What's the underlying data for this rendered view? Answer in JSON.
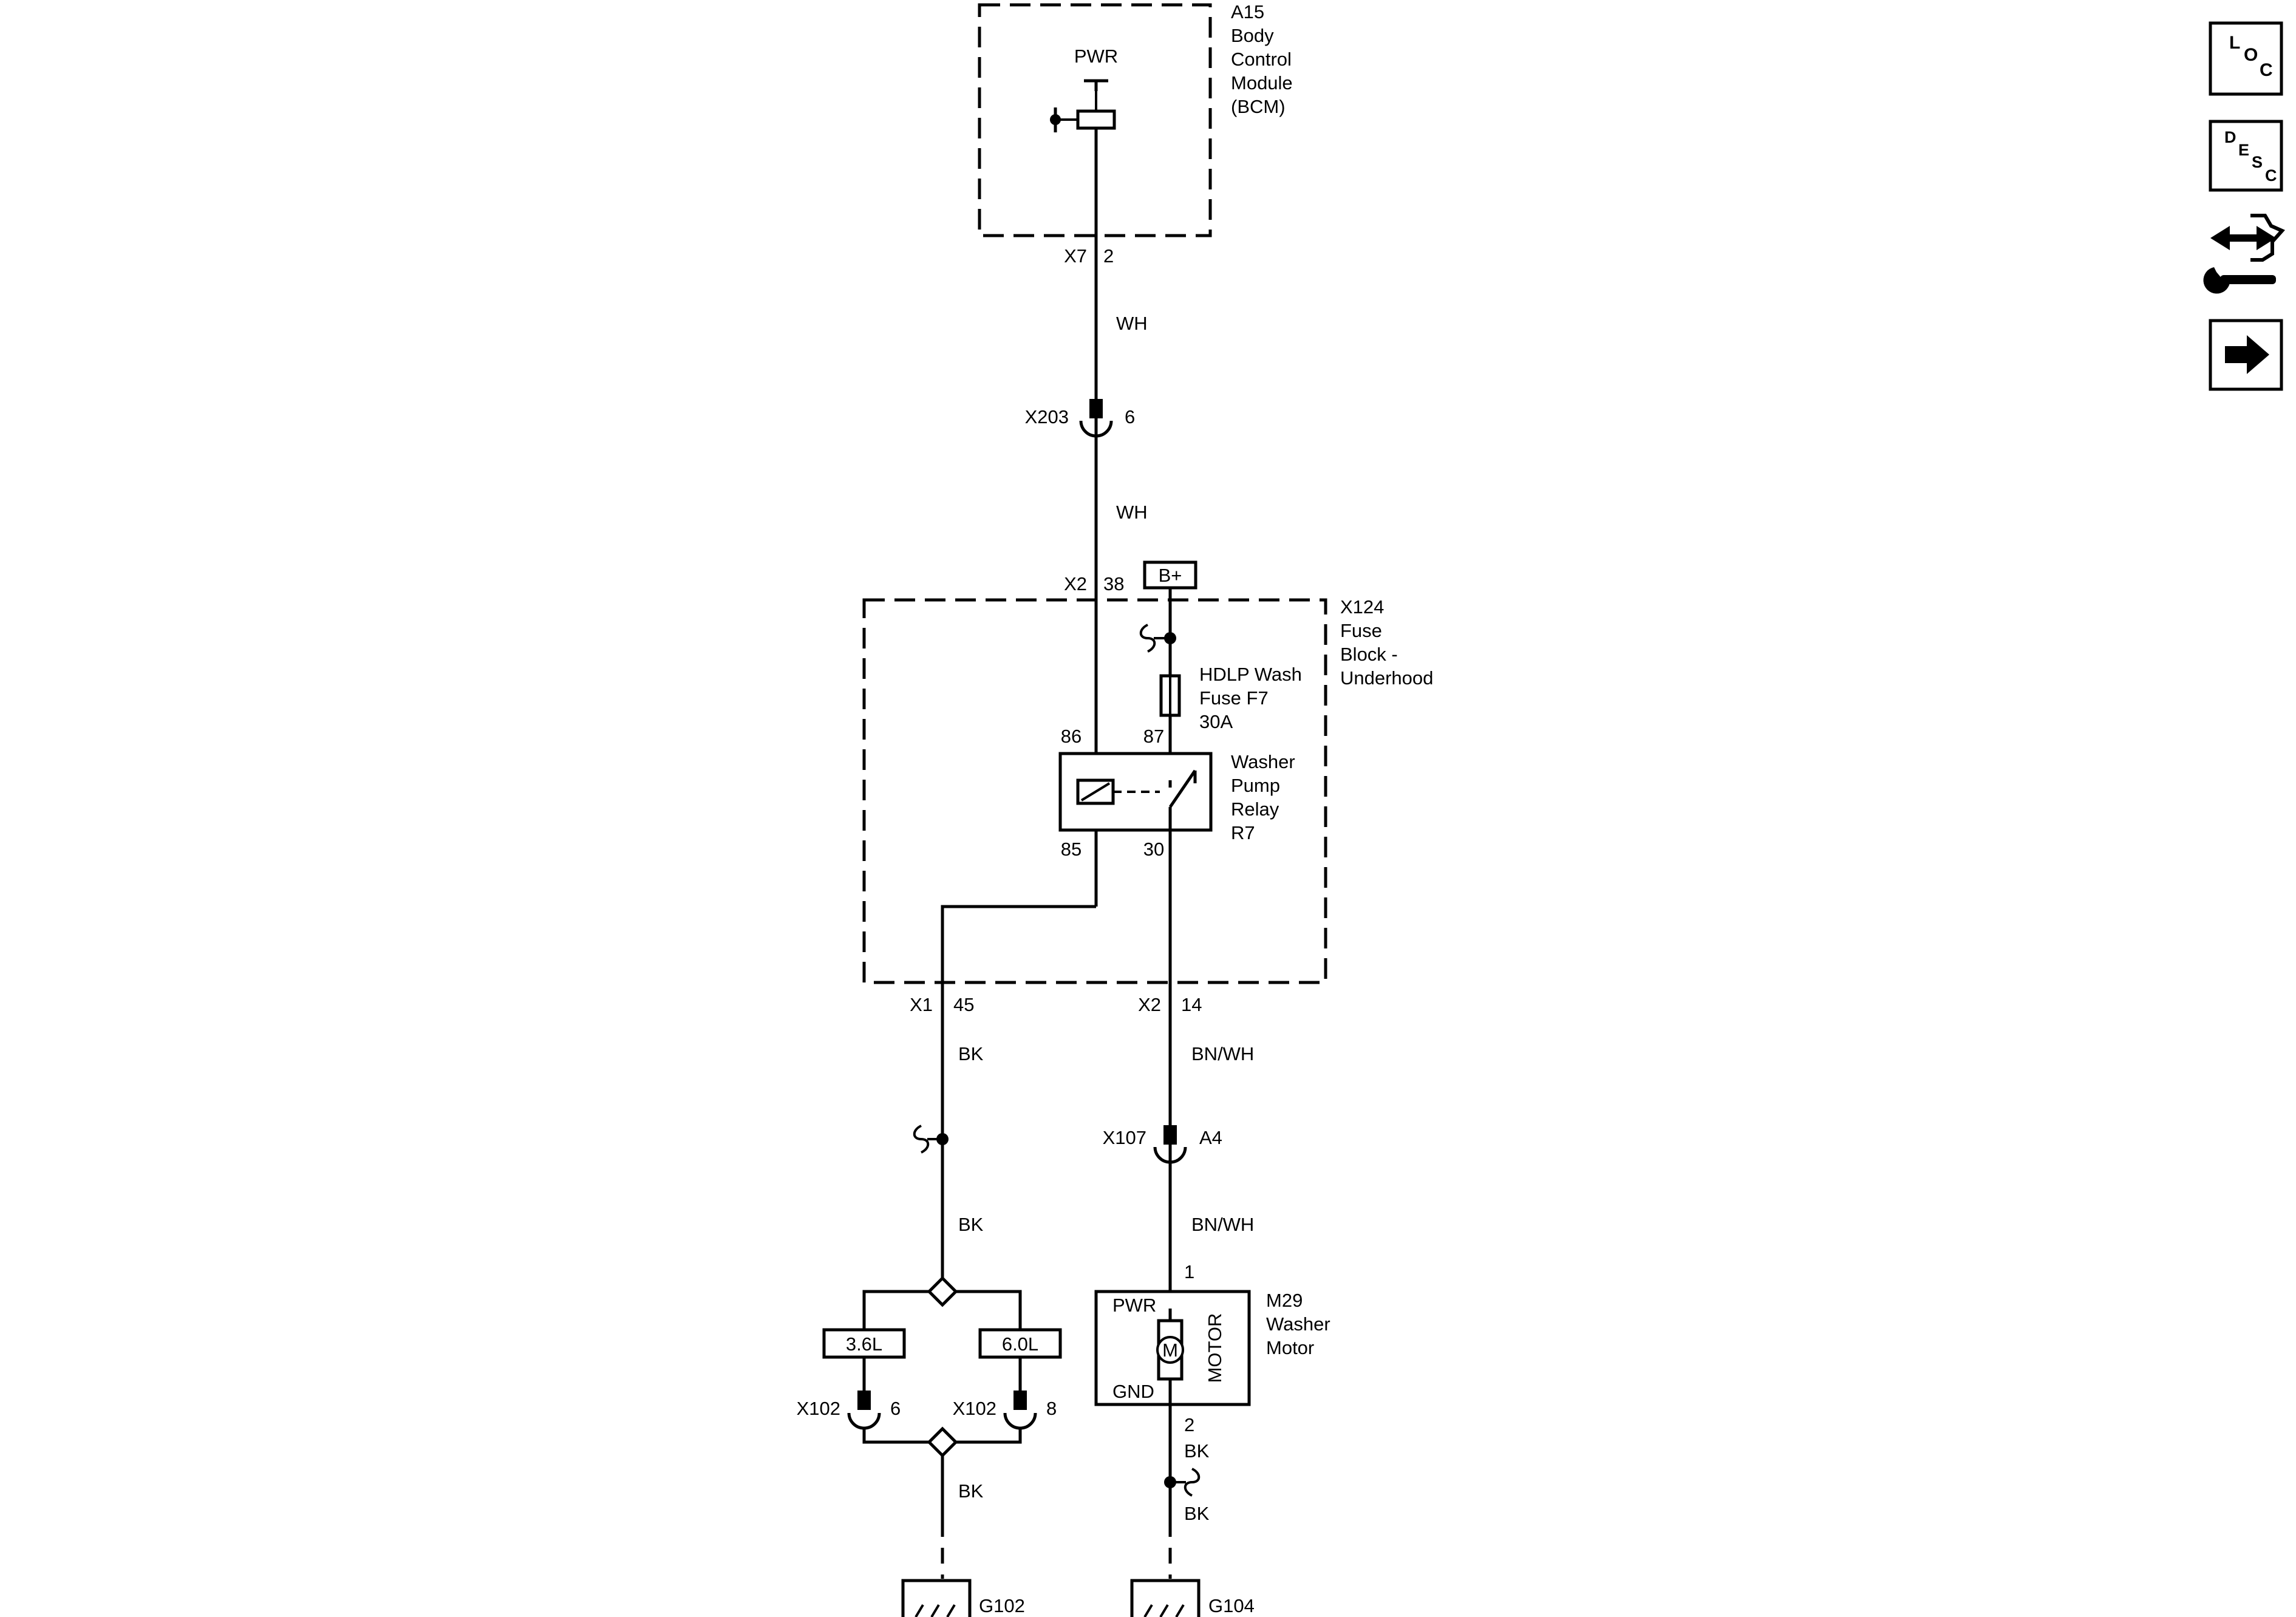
{
  "bcm": {
    "ref": "A15",
    "line1": "Body",
    "line2": "Control",
    "line3": "Module",
    "line4": "(BCM)",
    "pwr": "PWR",
    "conn": "X7",
    "pin": "2"
  },
  "wires": {
    "bcm_to_x203": "WH",
    "x203_to_fuseblock": "WH",
    "x1_down": "BK",
    "x107_up": "BN/WH",
    "x107_down": "BN/WH",
    "gnd_lower": "BK",
    "m29_to_splice": "BK",
    "splice_to_g104": "BK",
    "splice_to_diamond": "BK"
  },
  "x203": {
    "ref": "X203",
    "pin": "6"
  },
  "fuse_block": {
    "ref": "X124",
    "line1": "Fuse",
    "line2": "Block -",
    "line3": "Underhood",
    "x2_in": "X2",
    "x2_in_pin": "38",
    "bplus": "B+",
    "x1_out": "X1",
    "x1_out_pin": "45",
    "x2_out": "X2",
    "x2_out_pin": "14"
  },
  "fuse": {
    "line1": "HDLP Wash",
    "line2": "Fuse F7",
    "line3": "30A"
  },
  "relay": {
    "line1": "Washer",
    "line2": "Pump",
    "line3": "Relay",
    "line4": "R7",
    "pin86": "86",
    "pin87": "87",
    "pin85": "85",
    "pin30": "30"
  },
  "x107": {
    "ref": "X107",
    "pin": "A4"
  },
  "motor": {
    "ref": "M29",
    "line1": "Washer",
    "line2": "Motor",
    "pin1": "1",
    "pin2": "2",
    "pwr": "PWR",
    "gnd": "GND",
    "motor_label": "MOTOR",
    "symbol": "M"
  },
  "engine_options": {
    "left": "3.6L",
    "right": "6.0L"
  },
  "x102_left": {
    "ref": "X102",
    "pin": "6"
  },
  "x102_right": {
    "ref": "X102",
    "pin": "8"
  },
  "grounds": {
    "left": "G102",
    "right": "G104"
  },
  "nav": {
    "loc": [
      "L",
      "O",
      "C"
    ],
    "desc": [
      "D",
      "E",
      "S",
      "C"
    ]
  }
}
